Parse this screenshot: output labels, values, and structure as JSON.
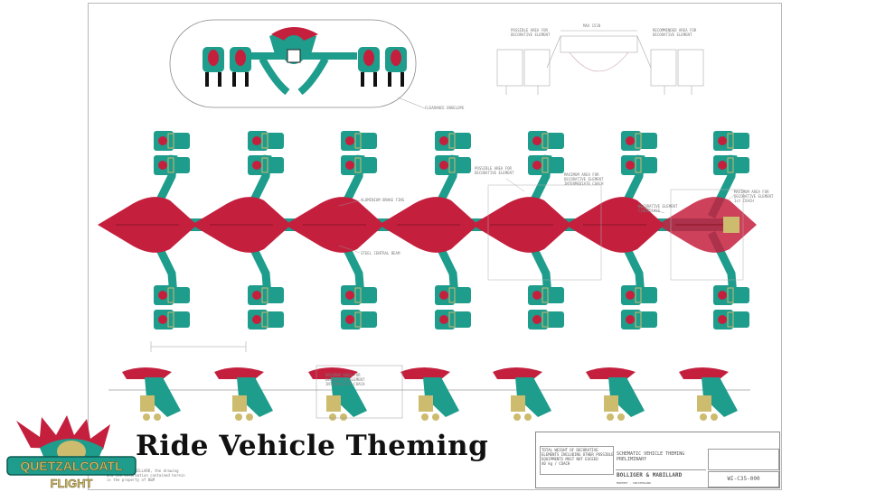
{
  "title": "Ride Vehicle Theming",
  "logo": {
    "line1": "QUETZALCOATL",
    "line2": "FLIGHT"
  },
  "colors": {
    "teal": "#1e9c8c",
    "crimson": "#c4203e",
    "gold": "#cdbb6e",
    "line": "#8a8a8a"
  },
  "annotations": {
    "clearance": "CLEARANCE ENVELOPE",
    "possible_area_top": "POSSIBLE AREA FOR\nDECORATIVE ELEMENT",
    "recommended_area": "RECOMMENDED AREA FOR\nDECORATIVE ELEMENT",
    "brake_fins": "ALUMINIUM BRAKE FINS",
    "central_beam": "STEEL CENTRAL BEAM",
    "possible_area_mid": "POSSIBLE AREA FOR\nDECORATIVE ELEMENT",
    "max_area_intermediate": "MAXIMUM AREA FOR\nDECORATIVE ELEMENT\nINTERMEDIATE COACH",
    "decorative_fiberglass": "DECORATIVE ELEMENT\nFIBERGLASS",
    "max_area_1st": "MAXIMUM AREA FOR\nDECORATIVE ELEMENT\n1st COACH",
    "max_area_side": "MAXIMUM AREA FOR\nDECORATIVE ELEMENT\nINTERMEDIATE COACH",
    "max_dim": "MAX 1520"
  },
  "title_block": {
    "note": "TOTAL WEIGHT OF DECORATIVE\nELEMENTS INCLUDING OTHER POSSIBLE\nEQUIPMENTS MUST NOT EXCEED\n40 kg / COACH",
    "drawing_title": "SCHEMATIC VEHICLE THEMING\nPRELIMINARY",
    "company": "BOLLIGER & MABILLARD",
    "company_sub": "MONTHEY - SWITZERLAND",
    "drawing_number": "WI-C35-000"
  },
  "copyright_note": "BOLLIGER & MABILLARD, the drawing\nand the information contained herein\nis the property of B&M"
}
